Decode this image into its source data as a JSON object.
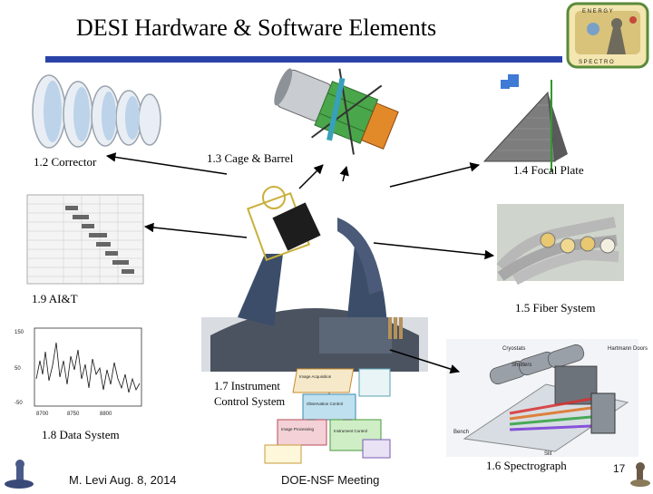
{
  "slide": {
    "title": "DESI Hardware & Software Elements",
    "page_number": "17",
    "footer_left": "M. Levi  Aug. 8, 2014",
    "footer_center": "DOE-NSF Meeting"
  },
  "labels": {
    "corrector": "1.2 Corrector",
    "cage_barrel": "1.3 Cage & Barrel",
    "focal_plate": "1.4 Focal Plate",
    "ait": "1.9 AI&T",
    "fiber_system": "1.5 Fiber System",
    "ics": "1.7 Instrument Control System",
    "data_system": "1.8 Data System",
    "spectrograph": "1.6 Spectrograph"
  },
  "spectrograph_callouts": {
    "cryostats": "Cryostats",
    "shutters": "Shutters",
    "hartmann": "Hartmann Doors",
    "bench": "Bench",
    "slit": "Slit"
  },
  "colors": {
    "title_rule": "#2b43a8",
    "arrow": "#000000"
  }
}
